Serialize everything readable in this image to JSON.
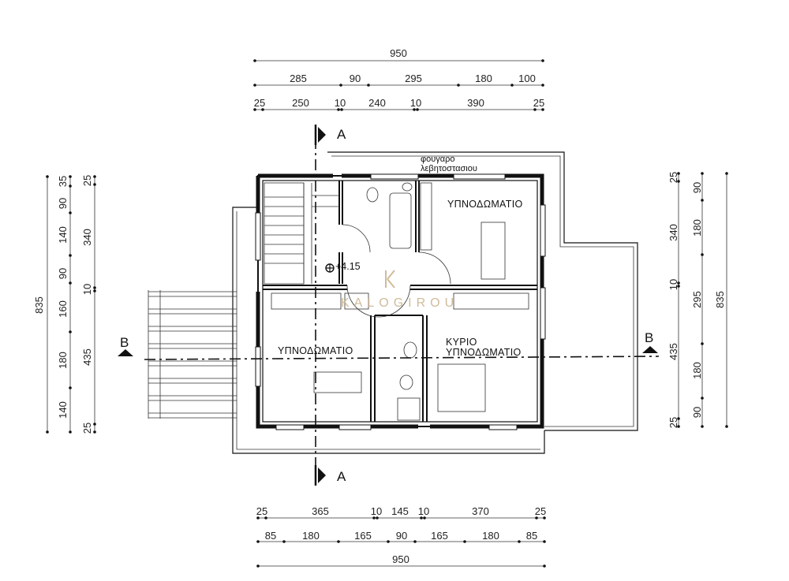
{
  "top_dims": {
    "row1": [
      "950"
    ],
    "row2": [
      "285",
      "90",
      "295",
      "180",
      "100"
    ],
    "row3": [
      "25",
      "250",
      "10",
      "240",
      "10",
      "390",
      "25"
    ]
  },
  "bottom_dims": {
    "row1": [
      "25",
      "365",
      "10",
      "145",
      "10",
      "370",
      "25"
    ],
    "row2": [
      "85",
      "180",
      "165",
      "90",
      "165",
      "180",
      "85"
    ],
    "row3": [
      "950"
    ]
  },
  "left_dims": {
    "outer": [
      "835"
    ],
    "mid": [
      "35",
      "90",
      "140",
      "90",
      "160",
      "180",
      "140"
    ],
    "inner": [
      "25",
      "340",
      "10",
      "435",
      "25"
    ]
  },
  "right_dims": {
    "inner": [
      "25",
      "340",
      "10",
      "435",
      "25"
    ],
    "mid": [
      "90",
      "180",
      "295",
      "180",
      "90"
    ],
    "outer": [
      "835"
    ]
  },
  "sections": {
    "a_top": "A",
    "a_bottom": "A",
    "b_left": "B",
    "b_right": "B"
  },
  "rooms": {
    "bedroom_ne": "ΥΠΝΟΔΩΜΑΤΙΟ",
    "bedroom_sw": "ΥΠΝΟΔΩΜΑΤΙΟ",
    "master_line1": "ΚΥΡΙΟ",
    "master_line2": "ΥΠΝΟΔΩΜΑΤΙΟ"
  },
  "annotations": {
    "boiler_line1": "φουγαρο",
    "boiler_line2": "λεβητοστασιου",
    "level": "+4.15"
  },
  "watermark": "KALOGIROU"
}
